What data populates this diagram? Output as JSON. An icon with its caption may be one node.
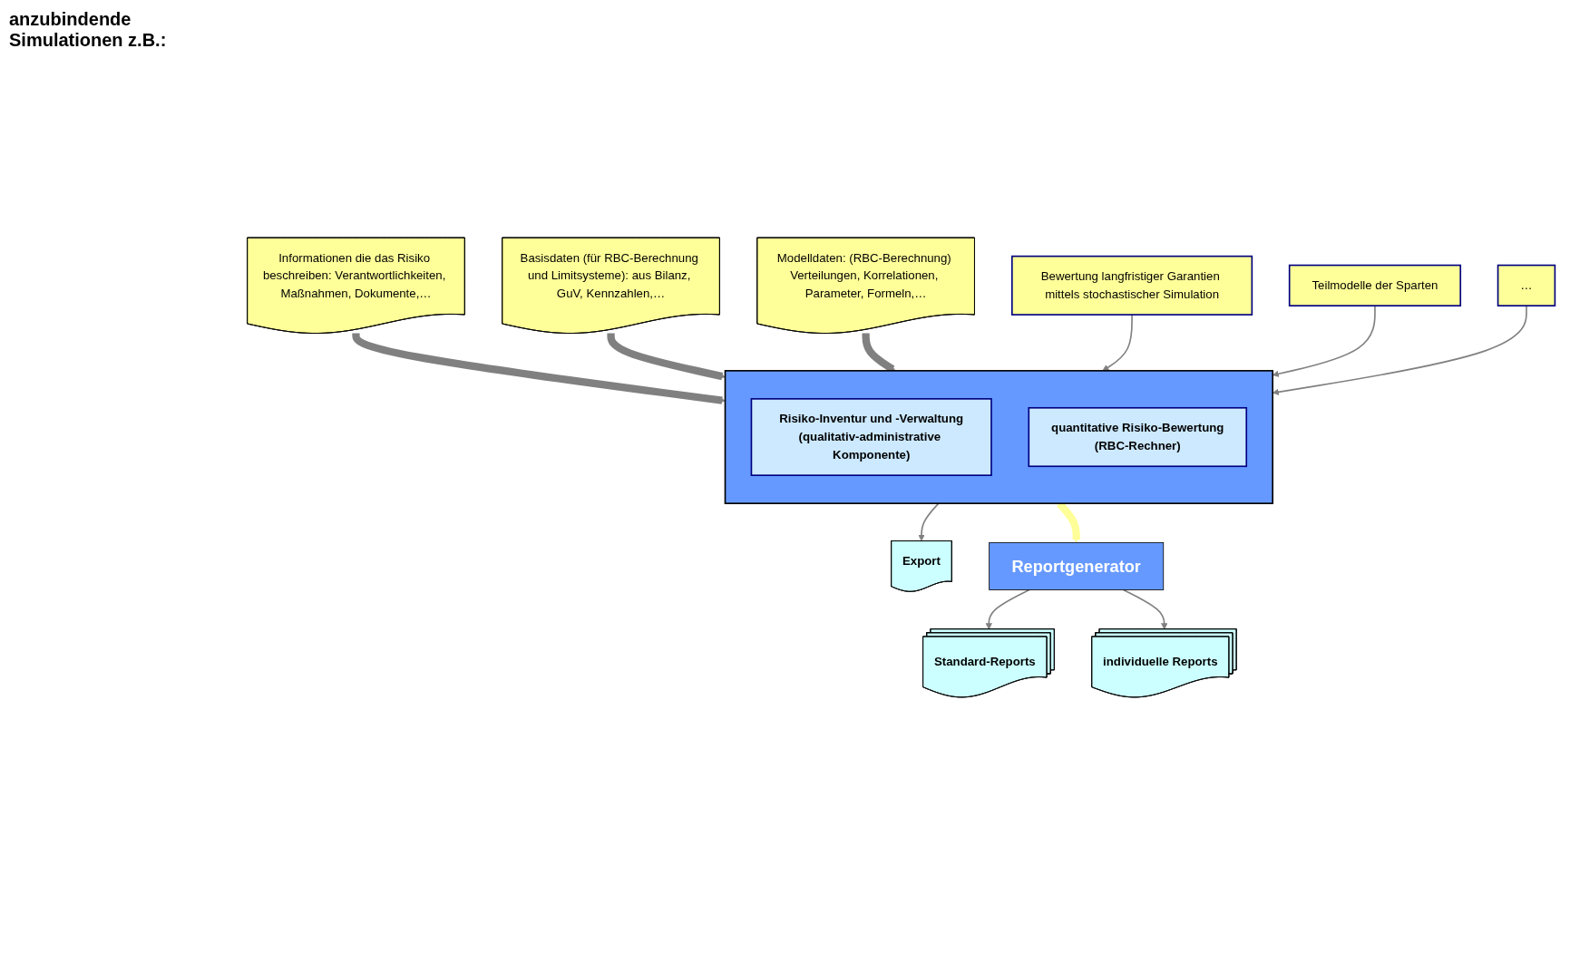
{
  "diagram": {
    "nodes": [
      {
        "text": [
          "Informationen die das Risiko beschreiben: Verantwortlichkeiten, Maßnahmen, Dokumente,…"
        ]
      },
      {
        "text": [
          "Basisdaten (für RBC-Berechnung und Limitsysteme): aus Bilanz, GuV, Kennzahlen,…"
        ]
      },
      {
        "text": [
          "Modelldaten: (RBC-Berechnung) Verteilungen, Korrelationen, Parameter, Formeln,…"
        ]
      },
      {
        "text": [],
        "shape": "box"
      },
      {
        "text": [
          "Risiko-Inventur und -Verwaltung",
          "(qualitativ-administrative Komponente)"
        ],
        "in": 3
      },
      {
        "text": [
          "quantitative Risiko-Bewertung",
          "(RBC-Rechner)"
        ],
        "in": 3
      },
      {
        "text": [
          "Bewertung langfristiger Garantien mittels stochastischer Simulation"
        ]
      },
      {
        "text": [
          "Teilmodelle der Sparten"
        ]
      },
      {
        "text": [
          "…"
        ]
      },
      {
        "text": [
          "Export"
        ]
      },
      {
        "text": [
          "Reportgenerator"
        ]
      },
      {
        "text": [
          "Standard-Reports"
        ]
      },
      {
        "text": [
          "individuelle Reports"
        ]
      }
    ],
    "edges": [
      {
        "from": 0,
        "to": 3,
        "arrow": "to",
        "style": "thick"
      },
      {
        "from": 1,
        "to": 3,
        "arrow": "to",
        "style": "thick"
      },
      {
        "from": 2,
        "to": 3,
        "arrow": "to",
        "style": "thick"
      },
      {
        "from": 6,
        "to": 3,
        "arrow": "to"
      },
      {
        "from": 7,
        "to": 3,
        "arrow": "to"
      },
      {
        "from": 8,
        "to": 3,
        "arrow": "to"
      },
      {
        "from": 3,
        "to": 9,
        "arrow": "to"
      },
      {
        "from": 3,
        "to": 10,
        "arrow": "to",
        "style": "thick",
        "color": "#ffff99"
      },
      {
        "from": 10,
        "to": 11,
        "arrow": "to"
      },
      {
        "from": 10,
        "to": 12,
        "arrow": "to"
      }
    ],
    "labels": [
      "anzubindende Simulationen z.B.:"
    ]
  }
}
